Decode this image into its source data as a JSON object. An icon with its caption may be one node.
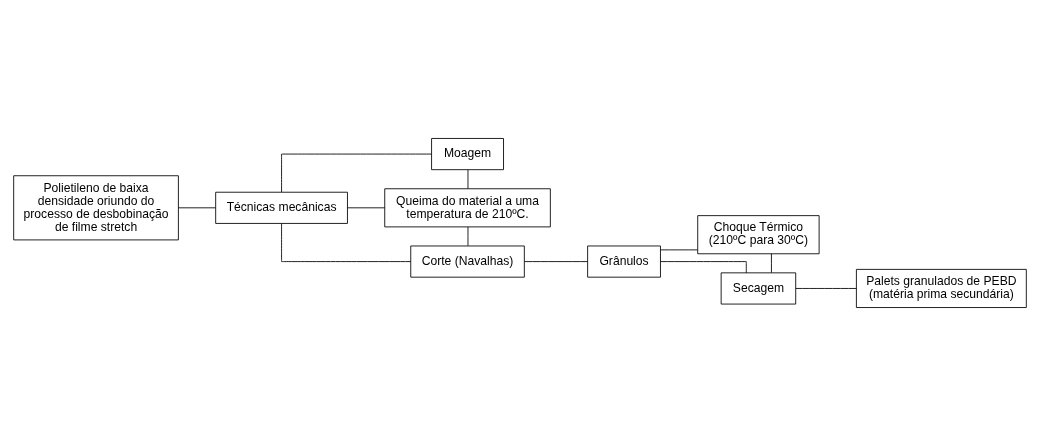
{
  "diagram": {
    "nodes": [
      {
        "text": [
          "Polietileno de baixa densidade oriundo do processo de desbobinação de filme stretch"
        ]
      },
      {
        "text": [
          "Técnicas mecânicas"
        ]
      },
      {
        "text": [
          "Moagem"
        ]
      },
      {
        "text": [
          "Queima do material a uma temperatura de 210ºC."
        ]
      },
      {
        "text": [
          "Corte (Navalhas)"
        ]
      },
      {
        "text": [
          "Choque Térmico (210ºC para 30ºC)"
        ]
      },
      {
        "text": [
          "Grânulos"
        ]
      },
      {
        "text": [
          "Secagem"
        ]
      },
      {
        "text": [
          "Palets granulados de PEBD (matéria prima secundária)"
        ]
      }
    ],
    "edges": [
      {
        "from": 0,
        "to": 1,
        "arrow": "none"
      },
      {
        "from": 1,
        "to": 2,
        "arrow": "none"
      },
      {
        "from": 1,
        "to": 3,
        "arrow": "none"
      },
      {
        "from": 1,
        "to": 4,
        "arrow": "none"
      },
      {
        "from": 2,
        "to": 3,
        "arrow": "none"
      },
      {
        "from": 3,
        "to": 4,
        "arrow": "none"
      },
      {
        "from": 4,
        "to": 6,
        "arrow": "none"
      },
      {
        "from": 6,
        "to": 5,
        "arrow": "none"
      },
      {
        "from": 6,
        "to": 7,
        "arrow": "none"
      },
      {
        "from": 5,
        "to": 7,
        "arrow": "none"
      },
      {
        "from": 7,
        "to": 8,
        "arrow": "none"
      }
    ]
  }
}
